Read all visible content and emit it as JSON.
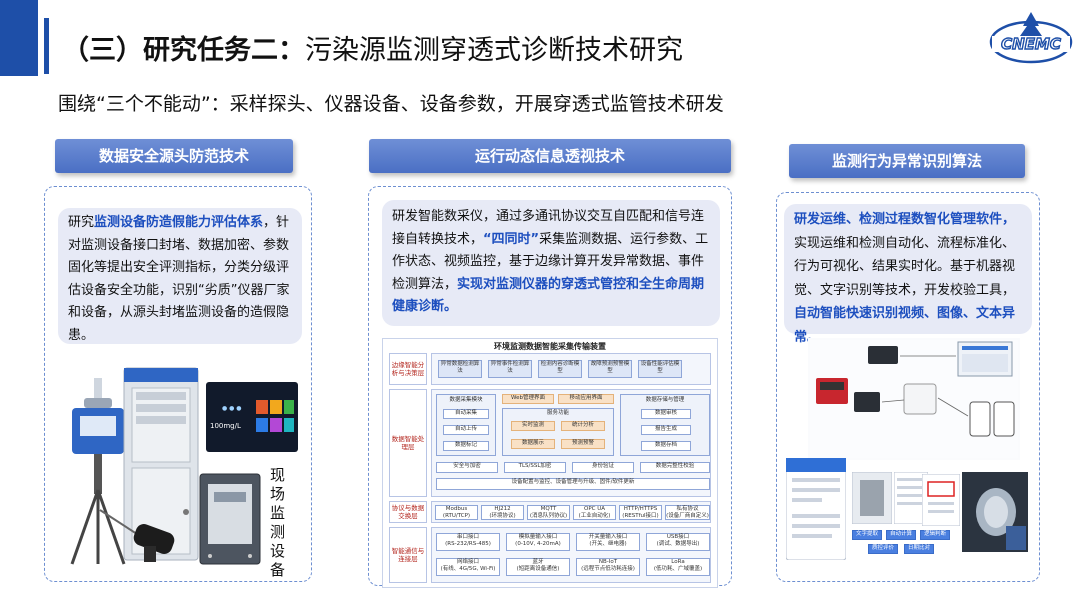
{
  "header": {
    "title_prefix": "（三）研究任务二：",
    "title_rest": "污染源监测穿透式诊断技术研究",
    "subtitle": "围绕“三个不能动”：采样探头、仪器设备、设备参数，开展穿透式监管技术研发",
    "logo_text": "CNEMC"
  },
  "colors": {
    "accent": "#1e4fa8",
    "highlight": "#1d4fbf",
    "tag": "#5a7cca",
    "card": "#e7eaf6"
  },
  "left": {
    "tag": "数据安全源头防范技术",
    "text_pre": "研究",
    "text_hl": "监测设备防造假能力评估体系",
    "text_post": "，针对监测设备接口封堵、数据加密、参数固化等提出安全评测指标，分类分级评估设备安全功能，识别“劣质”仪器厂家和设备，从源头封堵监测设备的造假隐患。",
    "vertical_label": "现场监测设备",
    "device_screen": {
      "line1": "100mg/L"
    }
  },
  "middle": {
    "tag": "运行动态信息透视技术",
    "text_a": "研发智能数采仪，通过多通讯协议交互自匹配和信号连接自转换技术，",
    "text_hl1": "“四同时”",
    "text_b": "采集监测数据、运行参数、工作状态、视频监控，基于边缘计算开发异常数据、事件检测算法，",
    "text_hl2": "实现对监测仪器的穿透式管控和全生命周期健康诊断。",
    "diagram": {
      "title": "环境监测数据智能采集传输装置",
      "side_labels": [
        "边缘智能分析与决策层",
        "数据智能处理层",
        "协议与数据交换层",
        "智能通信与连接层"
      ],
      "edge_boxes": [
        "异常数据检测算法",
        "异常事件检测算法",
        "检测内容诊断模型",
        "故障预测预警模型",
        "设备性能评估模型"
      ],
      "group_titles": [
        "数据采集模块",
        "服务功能",
        "数据存储与管理"
      ],
      "collect_items": [
        "自动采集",
        "自动上传",
        "数据标记"
      ],
      "service_top": [
        "Web管理界面",
        "移动应用界面"
      ],
      "service_items": [
        "实时监测",
        "统计分析",
        "数据展示",
        "预测预警"
      ],
      "storage_items": [
        "数据审核",
        "报告生成",
        "数据存档"
      ],
      "security_items": [
        "安全与加密",
        "TLS/SSL加密",
        "身份验证",
        "数据完整性校验"
      ],
      "config_bar": "设备配置与监控、设备管理与升级、固件/软件更新",
      "protocols": [
        {
          "name": "Modbus",
          "sub": "(RTU/TCP)"
        },
        {
          "name": "HJ212",
          "sub": "(环境协议)"
        },
        {
          "name": "MQTT",
          "sub": "(消息队列协议)"
        },
        {
          "name": "OPC UA",
          "sub": "(工业自动化)"
        },
        {
          "name": "HTTP/HTTPS",
          "sub": "(RESTful接口)"
        },
        {
          "name": "私有协议",
          "sub": "(设备厂商自定义)"
        }
      ],
      "comm_row1": [
        {
          "name": "串口接口",
          "sub": "(RS-232/RS-485)"
        },
        {
          "name": "模拟量输入接口",
          "sub": "(0-10V, 4-20mA)"
        },
        {
          "name": "开关量输入接口",
          "sub": "(开关、继电器)"
        },
        {
          "name": "USB接口",
          "sub": "(调试、数据导出)"
        }
      ],
      "comm_row2": [
        {
          "name": "网络接口",
          "sub": "(有线、4G/5G, Wi-Fi)"
        },
        {
          "name": "蓝牙",
          "sub": "(短距离设备通信)"
        },
        {
          "name": "NB-IoT",
          "sub": "(远程节点低功耗连接)"
        },
        {
          "name": "LoRa",
          "sub": "(低功耗、广域覆盖)"
        }
      ]
    }
  },
  "right": {
    "tag": "监测行为异常识别算法",
    "text_hl1": "研发运维、检测过程数智化管理软件，",
    "text_a": "实现运维和检测自动化、流程标准化、行为可视化、结果实时化。基于机器视觉、文字识别等技术，开发校验工具，",
    "text_hl2": "自动智能快速识别视频、图像、文本异常。",
    "app_buttons": [
      "文字提取",
      "自动计算",
      "逻辑判断",
      "质控评价",
      "日期比对"
    ]
  }
}
